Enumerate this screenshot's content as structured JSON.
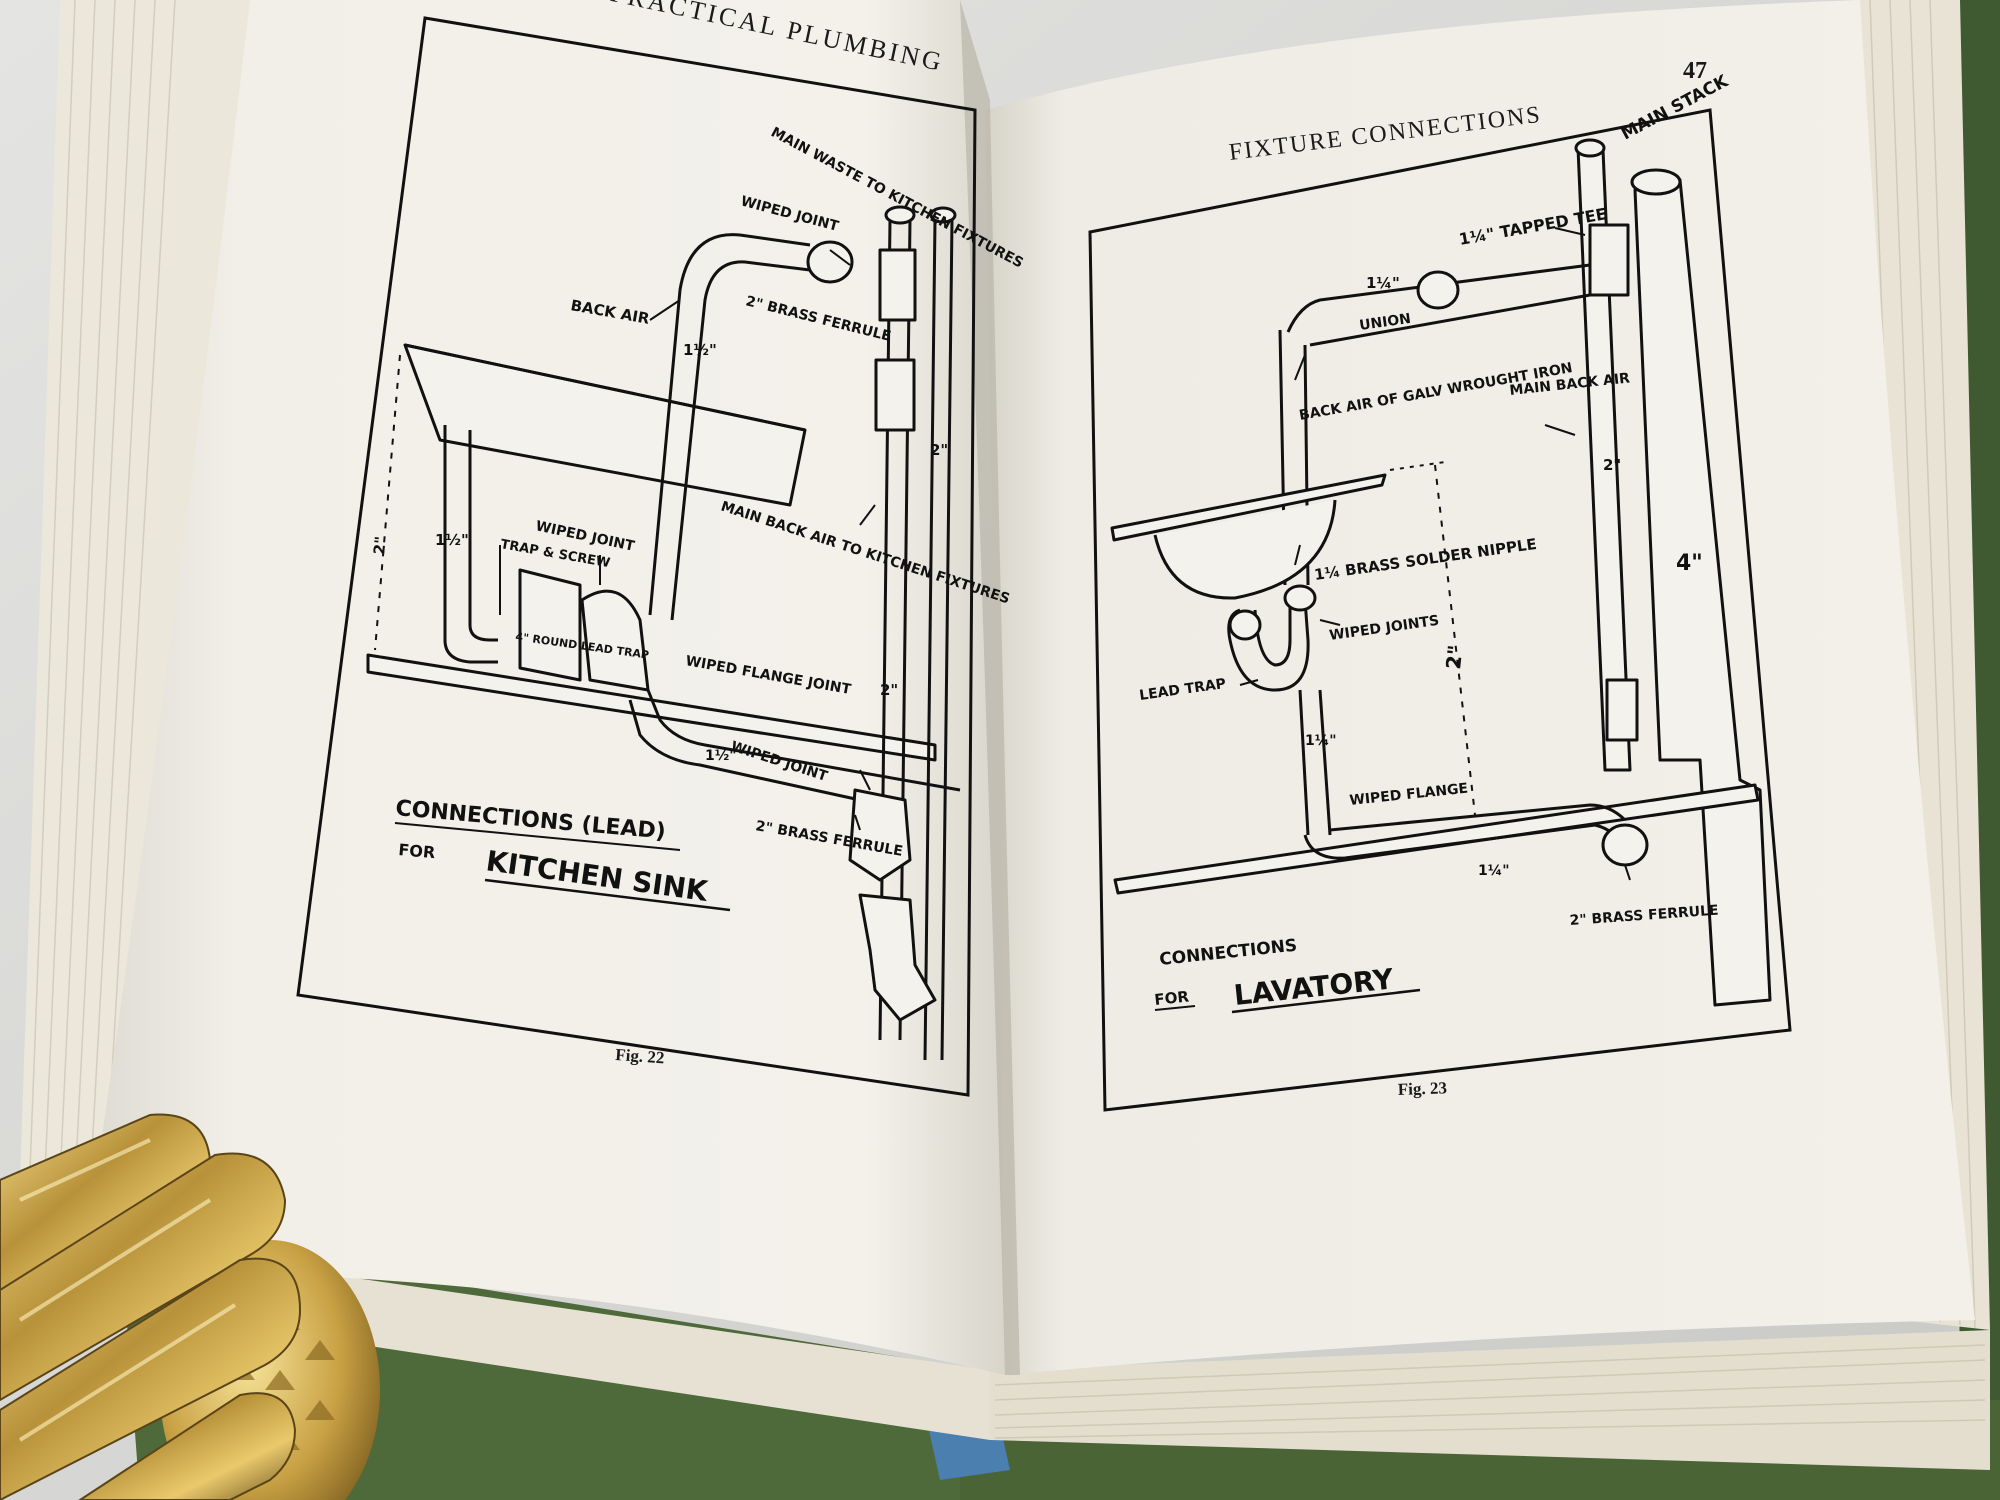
{
  "left_page": {
    "running_head": "PRACTICAL PLUMBING",
    "fig_caption": "Fig. 22",
    "title_line1": "CONNECTIONS (LEAD)",
    "title_for": "FOR",
    "title_line2": "KITCHEN SINK",
    "labels": {
      "main_waste": "MAIN WASTE TO KITCHEN FIXTURES",
      "wiped_joint_top": "WIPED JOINT",
      "back_air": "BACK AIR",
      "brass_ferrule_top": "2\" BRASS FERRULE",
      "size_1_5_vertical": "1½\"",
      "size_2_right": "2\"",
      "size_2_lower": "2\"",
      "main_back_air": "MAIN BACK AIR TO KITCHEN FIXTURES",
      "wiped_joint_mid": "WIPED JOINT",
      "trap_screw": "TRAP & SCREW",
      "round_lead_trap": "4\" ROUND LEAD TRAP",
      "wiped_flange_joint": "WIPED FLANGE JOINT",
      "size_1_5_left": "1½\"",
      "size_2_dim": "2\"",
      "wiped_joint_low": "WIPED JOINT",
      "size_1_5_low": "1½\"",
      "brass_ferrule_low": "2\" BRASS FERRULE"
    }
  },
  "right_page": {
    "running_head": "FIXTURE CONNECTIONS",
    "page_number": "47",
    "fig_caption": "Fig. 23",
    "title_line1": "CONNECTIONS",
    "title_for": "FOR",
    "title_line2": "LAVATORY",
    "labels": {
      "main_stack": "MAIN STACK",
      "tapped_tee": "1¼\" TAPPED TEE",
      "size_1_25_top": "1¼\"",
      "union": "UNION",
      "back_air_galv": "BACK AIR OF GALV WROUGHT IRON",
      "main_back_air": "MAIN BACK AIR",
      "size_2": "2\"",
      "size_4": "4\"",
      "brass_nipple": "1¼ BRASS SOLDER NIPPLE",
      "wiped_joints": "WIPED JOINTS",
      "lead_trap": "LEAD TRAP",
      "size_1_25_vertical": "1¼\"",
      "size_2_dim": "2\"",
      "wiped_flange": "WIPED FLANGE",
      "size_1_25_low": "1¼\"",
      "brass_ferrule": "2\" BRASS FERRULE"
    }
  }
}
